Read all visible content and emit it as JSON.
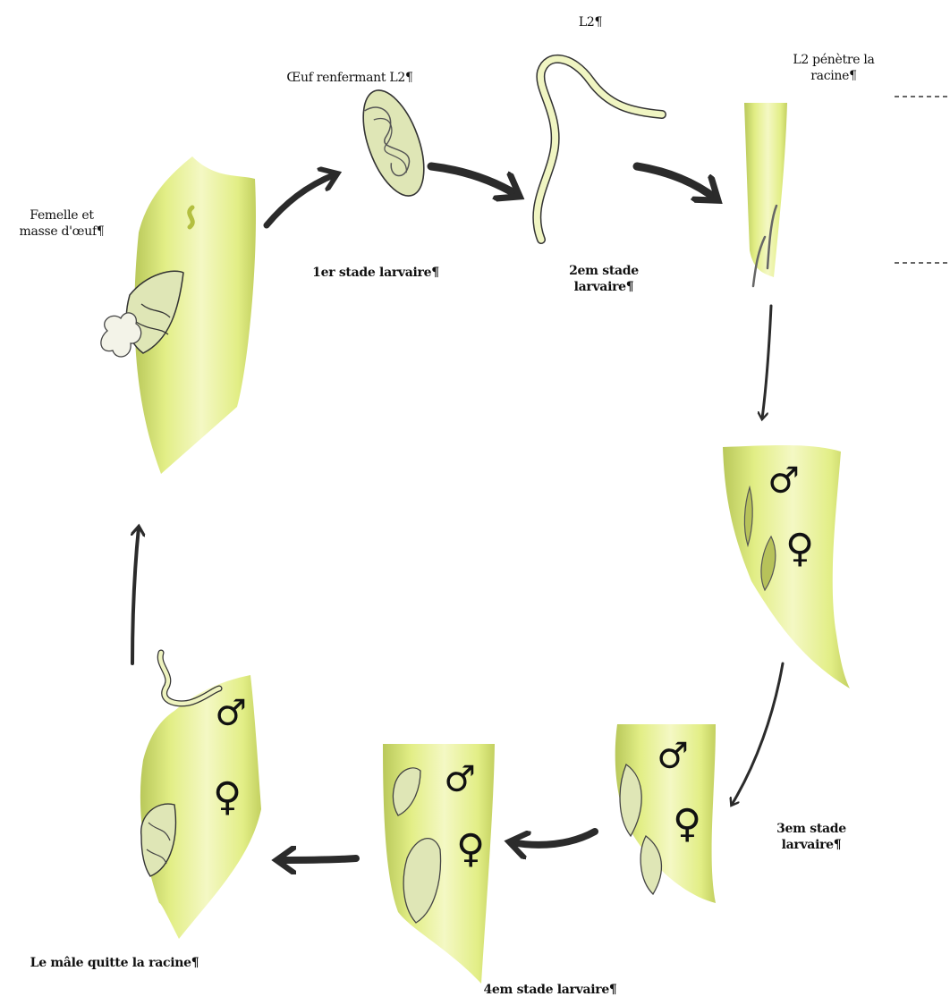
{
  "colors": {
    "root_fill_light": "#f2f7b8",
    "root_fill_mid": "#e2ee86",
    "root_fill_dark": "#b9c85a",
    "arrow": "#2b2b2b",
    "ink": "#333333",
    "egg_fill": "#dfe6b6"
  },
  "labels": {
    "l2_top": "L2¶",
    "egg": "Œuf renfermant L2¶",
    "l2_penetrates": "L2 pénètre la\nracine¶",
    "female_eggs": "Femelle et\nmasse d'œuf¶",
    "stage1": "1er stade larvaire¶",
    "stage2": "2em stade\nlarvaire¶",
    "stage3": "3em stade\nlarvaire¶",
    "stage4": "4em stade larvaire¶",
    "male_leaves": "Le mâle quitte la racine¶"
  },
  "icons": {
    "male": "♂",
    "female": "♀"
  }
}
